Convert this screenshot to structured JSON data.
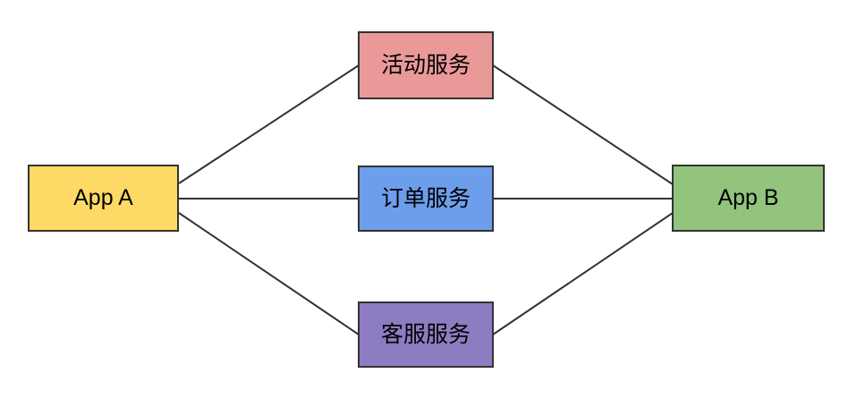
{
  "diagram": {
    "background_color": "#ffffff",
    "stroke_color": "#333333",
    "text_color": "#000000",
    "nodes": {
      "app_a": {
        "label": "App A",
        "fill": "#FFD966"
      },
      "activity_service": {
        "label": "活动服务",
        "fill": "#EA9999"
      },
      "order_service": {
        "label": "订单服务",
        "fill": "#6D9EEB"
      },
      "support_service": {
        "label": "客服服务",
        "fill": "#8E7CC3"
      },
      "app_b": {
        "label": "App B",
        "fill": "#93C47D"
      }
    },
    "edges": [
      {
        "from": "App A",
        "to": "活动服务"
      },
      {
        "from": "App A",
        "to": "订单服务"
      },
      {
        "from": "App A",
        "to": "客服服务"
      },
      {
        "from": "活动服务",
        "to": "App B"
      },
      {
        "from": "订单服务",
        "to": "App B"
      },
      {
        "from": "客服服务",
        "to": "App B"
      }
    ]
  }
}
